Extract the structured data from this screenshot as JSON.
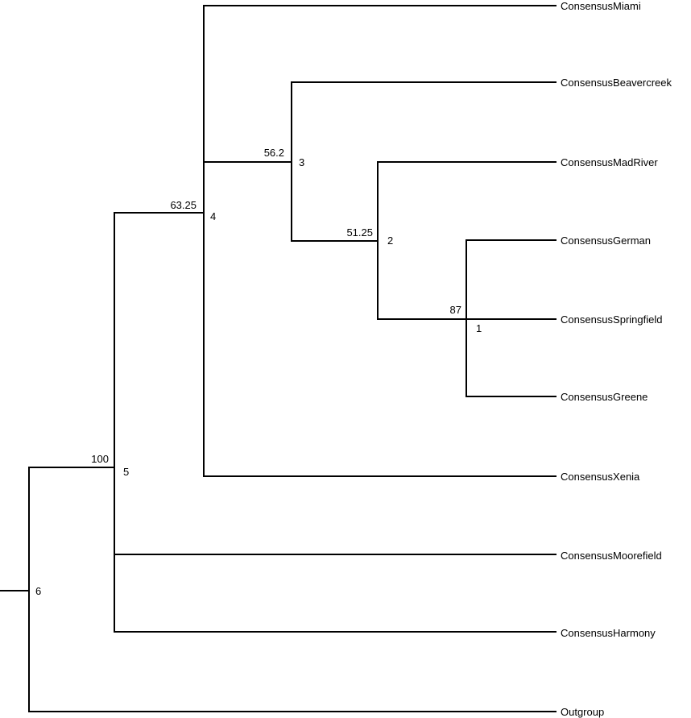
{
  "tree": {
    "leaves": {
      "miami": "ConsensusMiami",
      "beavercreek": "ConsensusBeavercreek",
      "madriver": "ConsensusMadRiver",
      "german": "ConsensusGerman",
      "springfield": "ConsensusSpringfield",
      "greene": "ConsensusGreene",
      "xenia": "ConsensusXenia",
      "moorefield": "ConsensusMoorefield",
      "harmony": "ConsensusHarmony",
      "outgroup": "Outgroup"
    },
    "nodes": {
      "n1": {
        "id": "1",
        "support": "87"
      },
      "n2": {
        "id": "2",
        "support": "51.25"
      },
      "n3": {
        "id": "3",
        "support": "56.2"
      },
      "n4": {
        "id": "4",
        "support": "63.25"
      },
      "n5": {
        "id": "5",
        "support": "100"
      },
      "n6": {
        "id": "6",
        "support": ""
      }
    }
  },
  "colors": {
    "line": "#000000",
    "text": "#000000",
    "background": "#ffffff"
  }
}
